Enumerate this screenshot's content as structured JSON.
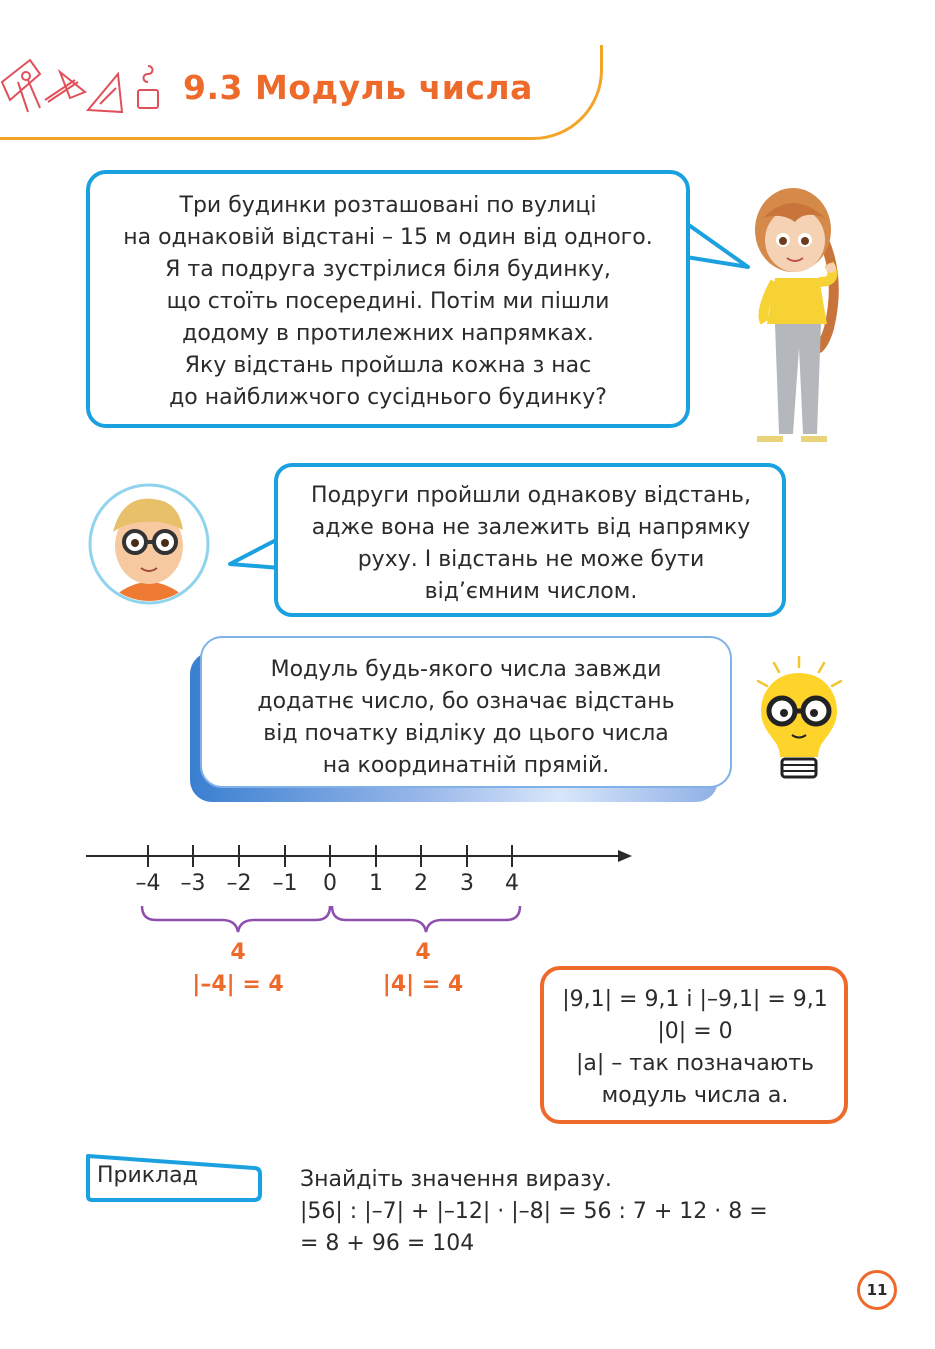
{
  "header": {
    "title": "9.3 Модуль числа",
    "accent_color": "#ee6a2b",
    "band_color": "#f4a428"
  },
  "bubble1": {
    "lines": [
      "Три будинки розташовані по вулиці",
      "на однаковій відстані – 15 м один від одного.",
      "Я та подруга зустрілися біля будинку,",
      "що стоїть посередині. Потім ми пішли",
      "додому в протилежних напрямках.",
      "Яку відстань пройшла кожна з нас",
      "до найближчого сусіднього будинку?"
    ]
  },
  "bubble2": {
    "lines": [
      "Подруги пройшли однакову відстань,",
      "адже вона не залежить від напрямку",
      "руху. І відстань не може бути",
      "від’ємним числом."
    ]
  },
  "definition": {
    "lines": [
      "Модуль будь-якого числа завжди",
      "додатнє число, бо означає відстань",
      "від початку відліку до цього числа",
      "на координатній прямій."
    ]
  },
  "number_line": {
    "ticks": [
      "–4",
      "–3",
      "–2",
      "–1",
      "0",
      "1",
      "2",
      "3",
      "4"
    ],
    "left_distance": "4",
    "left_formula": "|–4| = 4",
    "right_distance": "4",
    "right_formula": "|4| = 4"
  },
  "info_box": {
    "lines": [
      "|9,1| = 9,1 і |–9,1| = 9,1",
      "|0| = 0",
      "|a| – так позначають",
      "модуль числа a."
    ]
  },
  "example": {
    "label": "Приклад",
    "lines": [
      "Знайдіть значення виразу.",
      "|56| : |–7| + |–12| · |–8| = 56 : 7 + 12 · 8 =",
      "= 8 + 96 = 104"
    ]
  },
  "page_number": "11",
  "colors": {
    "blue": "#1ba1e0",
    "orange": "#ee6a2b",
    "purple": "#8e4fae"
  }
}
